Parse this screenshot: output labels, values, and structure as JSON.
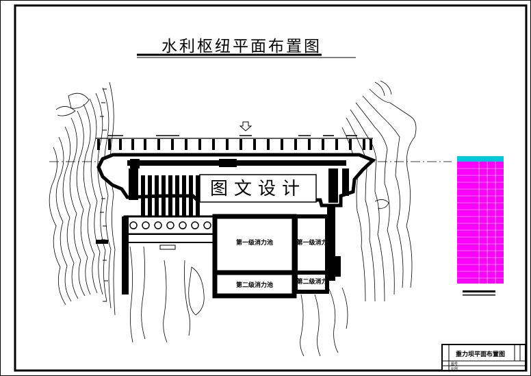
{
  "drawing_title": "水利枢纽平面布置图",
  "watermark": "图文设计",
  "pools": {
    "first_left": "第一级消力池",
    "first_right": "第一级消力",
    "second_left": "第二级消力池",
    "second_right": "第二级消力"
  },
  "title_block": {
    "drawing_name": "重力坝平面布置图",
    "row1": "图号",
    "row2": "比例"
  },
  "colors": {
    "line": "#000000",
    "table": "#ff00ff",
    "table_header": "#00c8d8"
  },
  "icons": {
    "flow_arrow": "flow-arrow-icon"
  }
}
